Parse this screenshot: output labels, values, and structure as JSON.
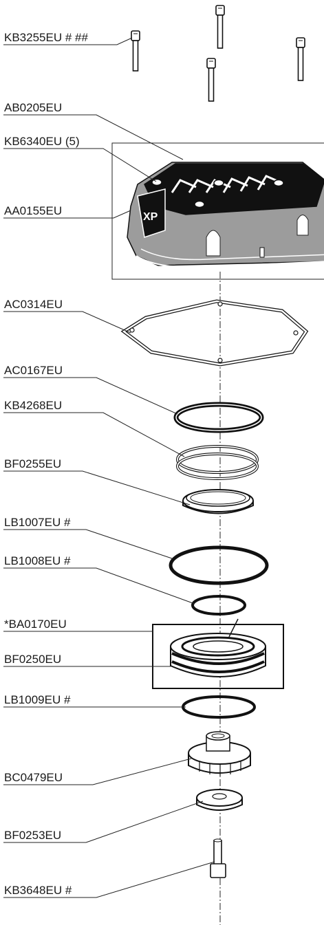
{
  "parts": [
    {
      "id": "screw-top",
      "code": "KB3255EU # ##"
    },
    {
      "id": "cover-plate",
      "code": "AB0205EU"
    },
    {
      "id": "cover-screws",
      "code": "KB6340EU (5)"
    },
    {
      "id": "housing",
      "code": "AA0155EU"
    },
    {
      "id": "gasket",
      "code": "AC0314EU"
    },
    {
      "id": "ring",
      "code": "AC0167EU"
    },
    {
      "id": "spring-ring",
      "code": "KB4268EU"
    },
    {
      "id": "retainer",
      "code": "BF0255EU"
    },
    {
      "id": "o-ring-large",
      "code": "LB1007EU #"
    },
    {
      "id": "o-ring-medium",
      "code": "LB1008EU #"
    },
    {
      "id": "seal-kit",
      "code": "*BA0170EU"
    },
    {
      "id": "seal-body",
      "code": "BF0250EU"
    },
    {
      "id": "o-ring-small",
      "code": "LB1009EU #"
    },
    {
      "id": "nut",
      "code": "BC0479EU"
    },
    {
      "id": "washer",
      "code": "BF0253EU"
    },
    {
      "id": "bottom-screw",
      "code": "KB3648EU #"
    }
  ],
  "logo_text": "XP",
  "colors": {
    "housing_gray": "#9a9a9a",
    "dark": "#111111",
    "line": "#222222"
  }
}
